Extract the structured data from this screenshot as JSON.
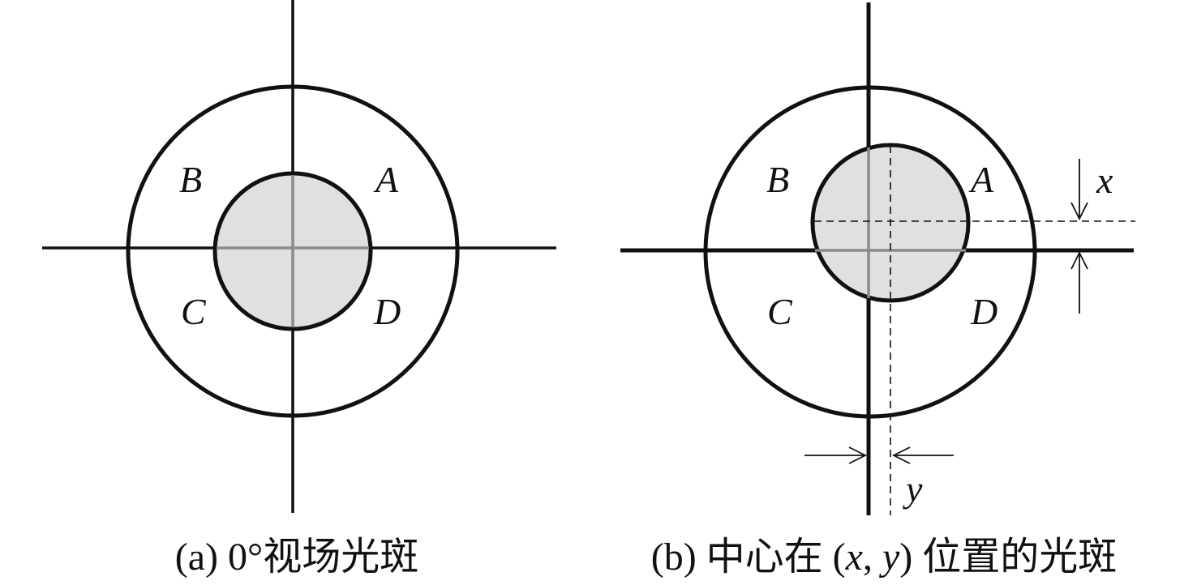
{
  "panel_a": {
    "labels": {
      "A": "A",
      "B": "B",
      "C": "C",
      "D": "D"
    },
    "caption": "(a) 0°视场光斑"
  },
  "panel_b": {
    "labels": {
      "A": "A",
      "B": "B",
      "C": "C",
      "D": "D"
    },
    "offset_x_label": "x",
    "offset_y_label": "y",
    "caption_pre": "(b) 中心在 (",
    "caption_x": "x",
    "caption_mid": ", ",
    "caption_y": "y",
    "caption_post": ") 位置的光斑"
  },
  "colors": {
    "stroke": "#111111",
    "spot_fill": "#e0e0e0",
    "spot_cross": "#8a8a8a"
  }
}
